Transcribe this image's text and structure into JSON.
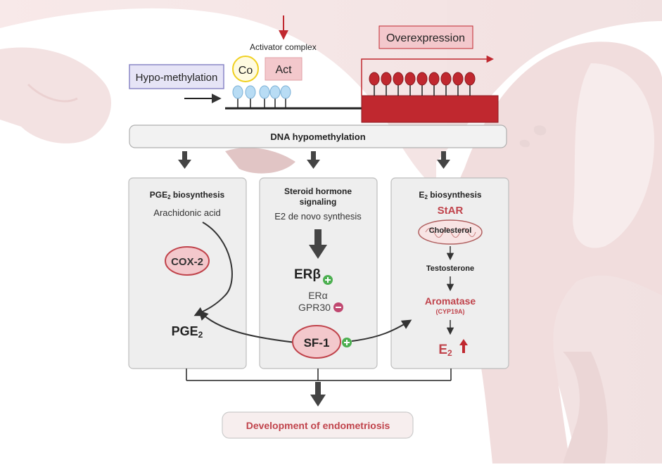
{
  "top": {
    "activator_complex": "Activator complex",
    "co": "Co",
    "act": "Act",
    "hypo_methylation": "Hypo-methylation",
    "overexpression": "Overexpression"
  },
  "banner": "DNA hypomethylation",
  "panel_pge": {
    "title_main": "PGE",
    "title_sub": "2",
    "title_rest": " biosynthesis",
    "arachidonic": "Arachidonic acid",
    "cox2": "COX-2",
    "product_main": "PGE",
    "product_sub": "2"
  },
  "panel_steroid": {
    "title_line1": "Steroid hormone",
    "title_line2": "signaling",
    "de_novo": "E2 de novo synthesis",
    "er_beta": "ERβ",
    "er_alpha": "ERα",
    "gpr30": "GPR30",
    "sf1": "SF-1"
  },
  "panel_e2": {
    "title_main": "E",
    "title_sub": "2",
    "title_rest": " biosynthesis",
    "star": "StAR",
    "cholesterol": "Cholesterol",
    "testosterone": "Testosterone",
    "aromatase": "Aromatase",
    "cyp": "(CYP19A)",
    "e2_main": "E",
    "e2_sub": "2"
  },
  "outcome": "Development of endometriosis",
  "colors": {
    "red": "#c0282f",
    "text_red": "#c0434b",
    "panel_fill": "#eeeeee",
    "panel_stroke": "#bdbdbd",
    "blue_rect": "#e6e4f6",
    "co_yellow": "#f0d020",
    "nucleosome_blue": "#b8dcf4",
    "plus_green": "#4caf50",
    "minus_pink": "#c04870",
    "uterus": "#f3e4e4"
  }
}
